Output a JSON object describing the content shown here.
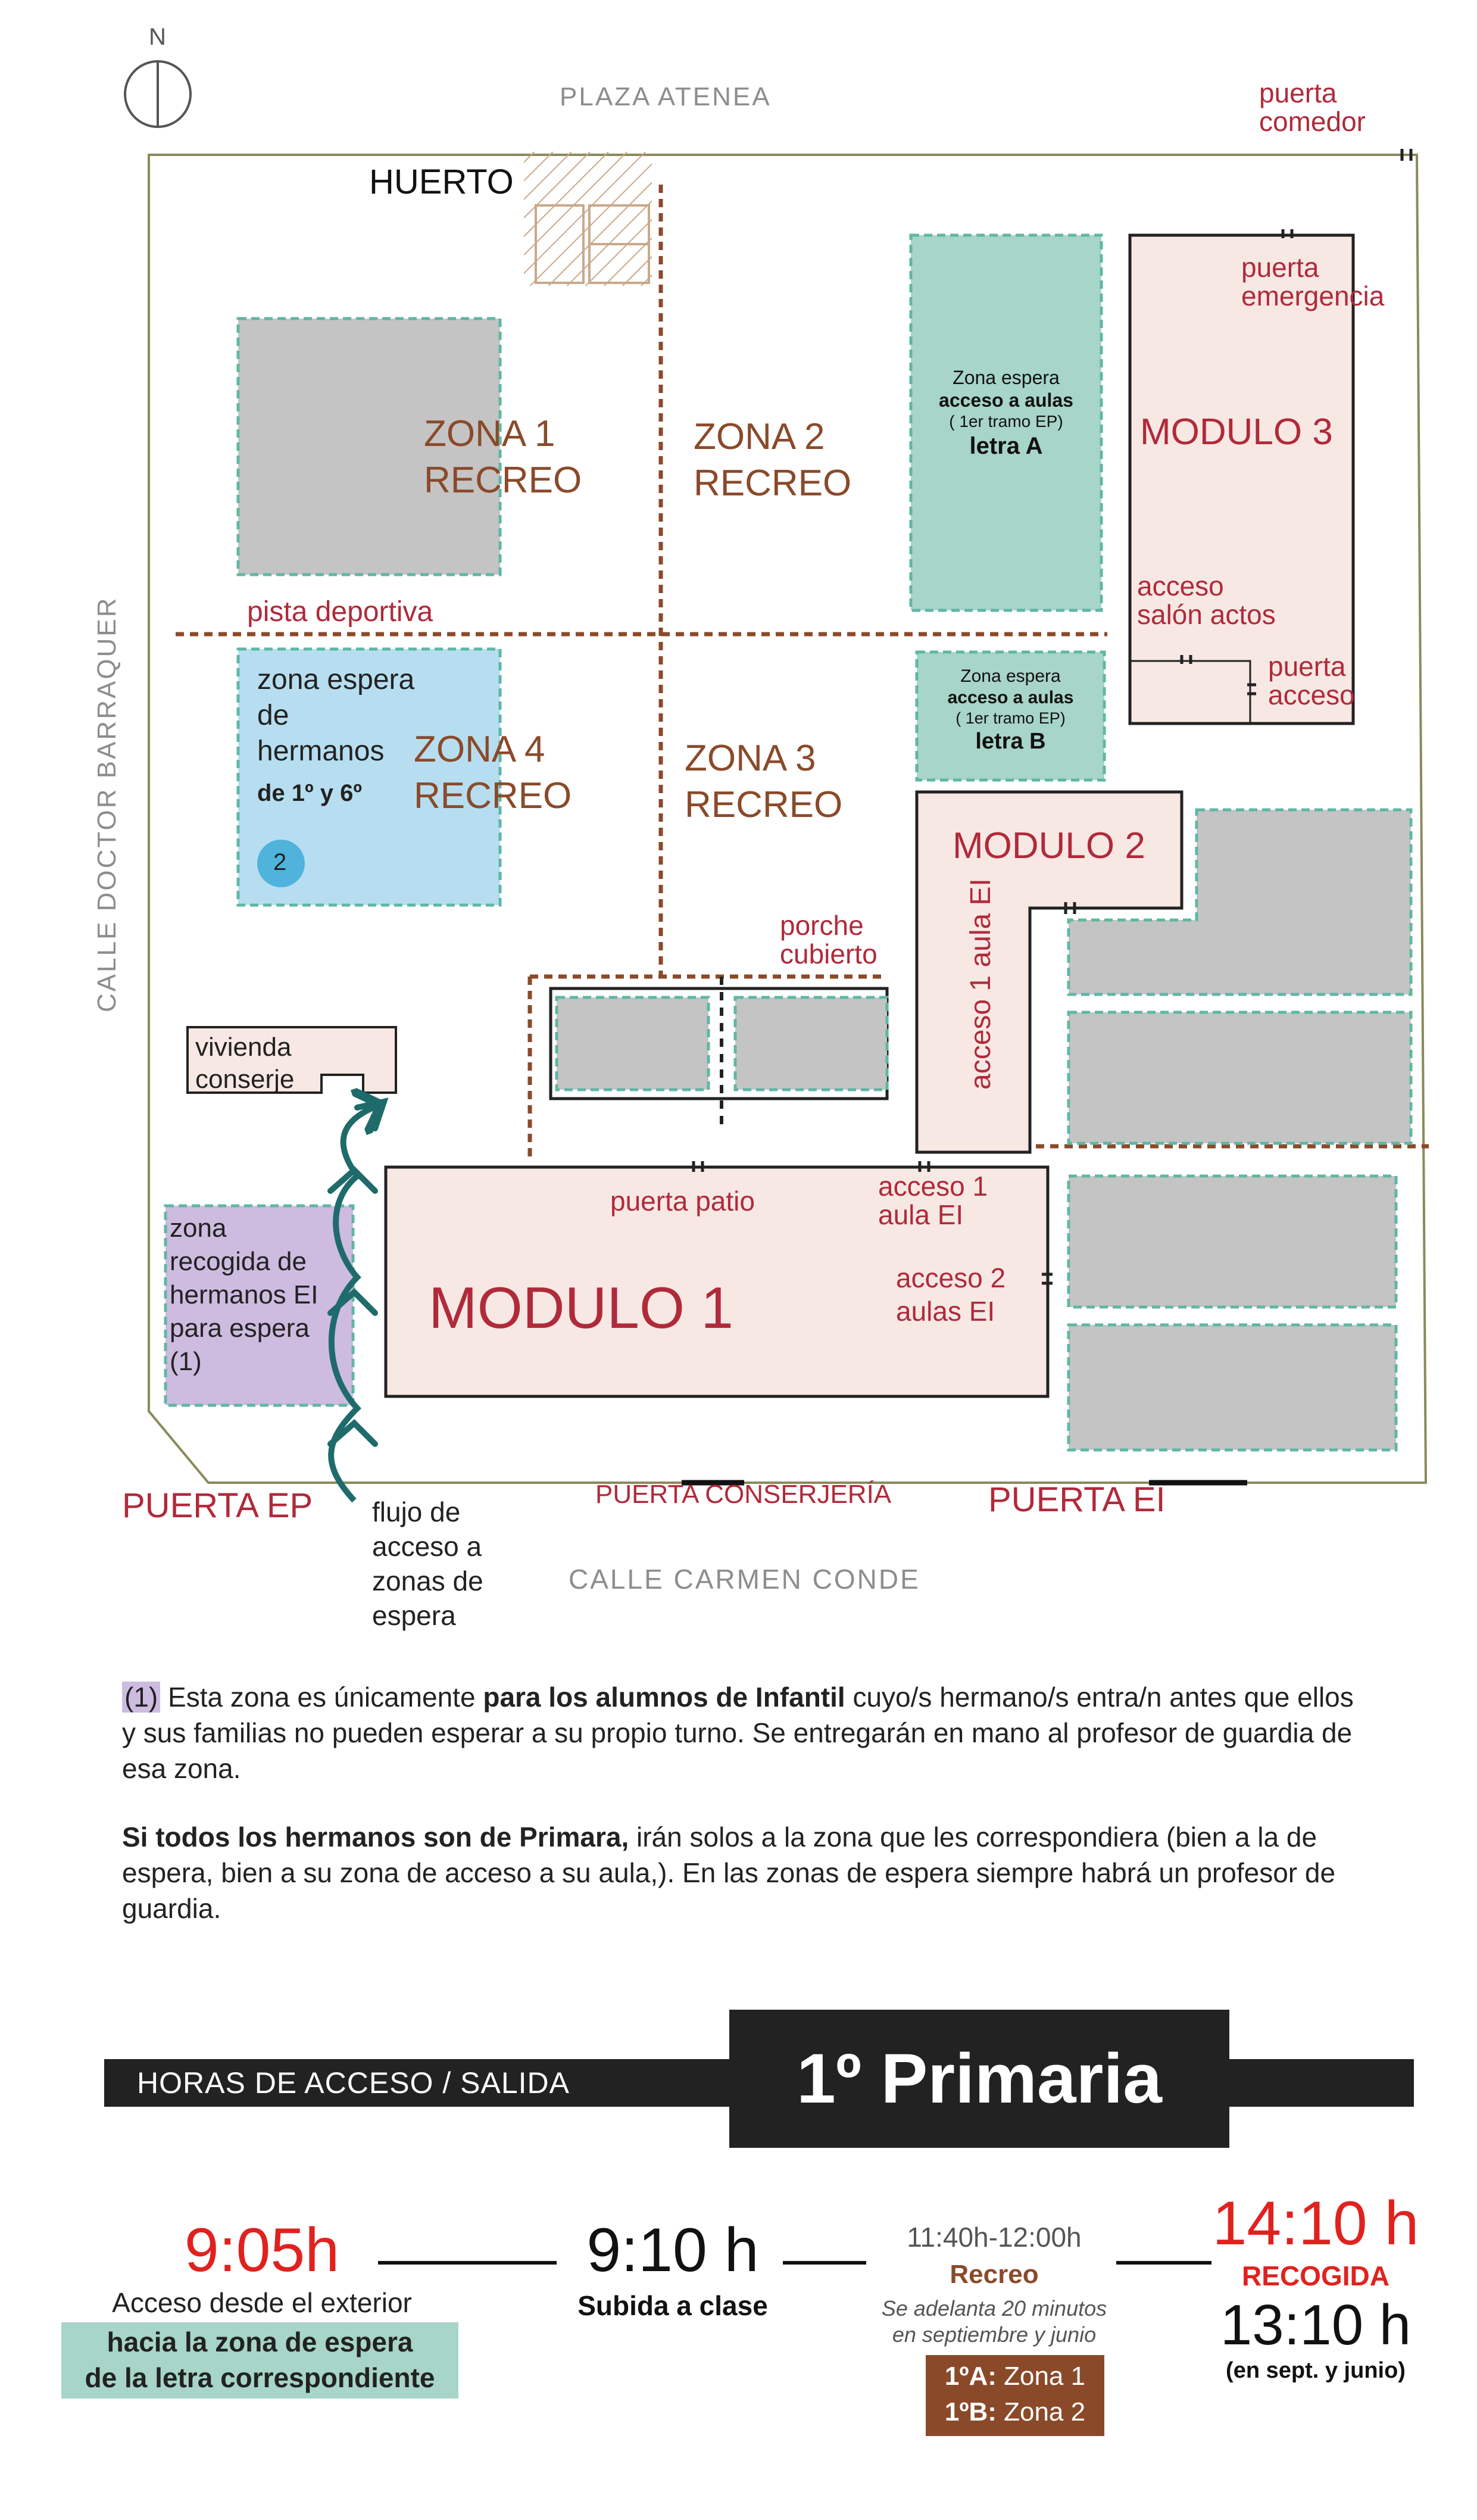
{
  "compass": {
    "label": "N"
  },
  "streets": {
    "north": "PLAZA  ATENEA",
    "west": "CALLE  DOCTOR  BARRAQUER",
    "south": "CALLE  CARMEN  CONDE"
  },
  "map": {
    "huerto": "HUERTO",
    "zona1": [
      "ZONA 1",
      "RECREO"
    ],
    "zona2": [
      "ZONA 2",
      "RECREO"
    ],
    "zona3": [
      "ZONA 3",
      "RECREO"
    ],
    "zona4": [
      "ZONA 4",
      "RECREO"
    ],
    "pista": "pista deportiva",
    "espera_hermanos": [
      "zona espera",
      "de",
      "hermanos"
    ],
    "espera_hermanos_bold": "de 1º y 6º",
    "badge": "2",
    "espera_a": [
      "Zona espera",
      "acceso a aulas",
      "( 1er tramo EP)",
      "letra A"
    ],
    "espera_b": [
      "Zona espera",
      "acceso a aulas",
      "( 1er tramo EP)",
      "letra B"
    ],
    "modulo1": "MODULO 1",
    "modulo2": "MODULO 2",
    "modulo3": "MODULO 3",
    "puerta_comedor": [
      "puerta",
      "comedor"
    ],
    "puerta_emergencia": [
      "puerta",
      "emergencia"
    ],
    "acceso_salon": [
      "acceso",
      "salón actos"
    ],
    "puerta_acceso": [
      "puerta",
      "acceso"
    ],
    "porche": [
      "porche",
      "cubierto"
    ],
    "acceso1_vertical": "acceso 1 aula EI",
    "vivienda": [
      "vivienda",
      "conserje"
    ],
    "puerta_patio": "puerta patio",
    "acceso1_aula": [
      "acceso 1",
      "aula EI"
    ],
    "acceso2_aulas": [
      "acceso 2",
      "aulas EI"
    ],
    "zona_recogida": [
      "zona",
      "recogida de",
      "hermanos EI",
      "para espera",
      "(1)"
    ],
    "puerta_ep": "PUERTA EP",
    "puerta_conserjeria": "PUERTA CONSERJERÍA",
    "puerta_ei": "PUERTA EI",
    "flujo": [
      "flujo de",
      "acceso a",
      "zonas de",
      "espera"
    ]
  },
  "notes": {
    "p1_mark": "(1)",
    "p1_a": " Esta zona es únicamente ",
    "p1_bold": "para los alumnos de Infantil",
    "p1_b": " cuyo/s hermano/s entra/n antes que ellos y sus familias no pueden esperar a su propio turno. Se entregarán en mano al profesor de guardia de esa zona.",
    "p2_bold": "Si todos los hermanos son de Primara,",
    "p2_rest": " irán solos a la zona que les correspondiera (bien a la de espera, bien a su zona de acceso a su aula,). En las zonas de espera siempre habrá un profesor de guardia."
  },
  "schedule": {
    "banner_label": "HORAS DE ACCESO / SALIDA",
    "banner_title": "1º Primaria",
    "t1": "9:05h",
    "t1_desc": "Acceso desde el exterior",
    "t1_box": [
      "hacia la zona de espera",
      "de la letra correspondiente"
    ],
    "t2": "9:10 h",
    "t2_desc": "Subida a clase",
    "t3": "11:40h-12:00h",
    "t3_desc": "Recreo",
    "t3_note": [
      "Se adelanta 20 minutos",
      "en septiembre y junio"
    ],
    "t3_box": [
      {
        "label": "1ºA:",
        "text": " Zona 1"
      },
      {
        "label": "1ºB:",
        "text": " Zona 2"
      }
    ],
    "t4": "14:10 h",
    "t4_desc": "RECOGIDA",
    "t5": "13:10 h",
    "t5_note": "(en sept. y junio)"
  },
  "colors": {
    "red": "#b02a3a",
    "brown": "#8a4a2a",
    "teal_zone": "#a7d5c8",
    "blue_zone": "#b7def0",
    "purple_zone": "#cdbbe0",
    "module_fill": "#f7e8e4",
    "grey_block": "#c4c4c4",
    "dashed_border": "#5fb7a3",
    "arrow": "#1f6b6b",
    "badge": "#4fb3dc",
    "banner": "#222222",
    "highlight_green": "#a7d5c8",
    "highlight_brown": "#8a4a2a"
  }
}
